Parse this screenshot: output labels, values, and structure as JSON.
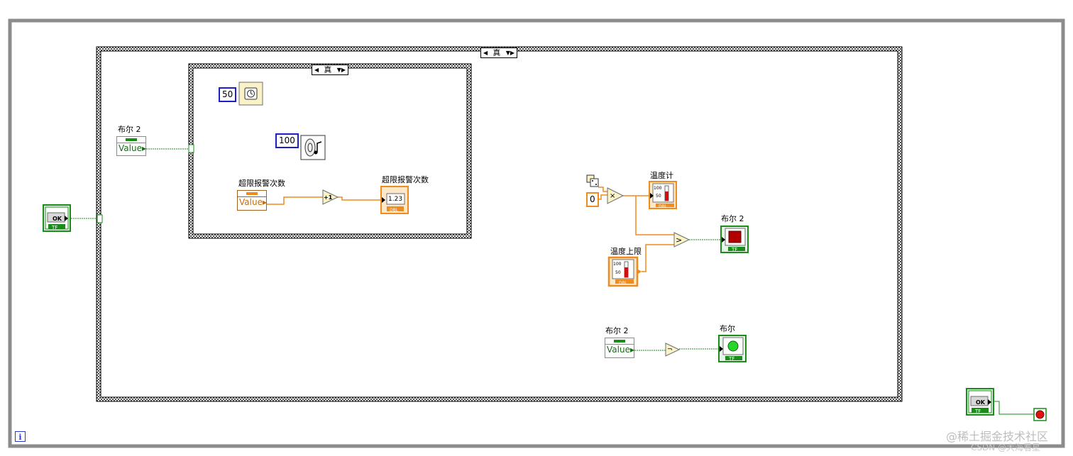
{
  "case_outer": {
    "selector": "真"
  },
  "case_inner": {
    "selector": "真"
  },
  "labels": {
    "bool2_prop_left": "布尔 2",
    "alarm_prop": "超限报警次数",
    "alarm_indicator": "超限报警次数",
    "thermometer": "温度计",
    "temp_limit": "温度上限",
    "bool2_led": "布尔 2",
    "bool2_prop_bottom": "布尔 2",
    "bool_led": "布尔"
  },
  "property_nodes": {
    "value_text": "Value"
  },
  "constants": {
    "wait_ms": "50",
    "beep_duration": "100",
    "zero": "0"
  },
  "indicators": {
    "numeric_display": "1.23",
    "ok_button_text": "OK",
    "tf_text": "TF",
    "dbl_text": "DBL",
    "gauge_top": "100",
    "gauge_mid": "50"
  },
  "operators": {
    "increment": "+1",
    "multiply": "×",
    "greater": ">",
    "not": "¬"
  },
  "watermark": {
    "line1": "@稀土掘金技术社区",
    "line2": "CSDN @大海看星"
  },
  "colors": {
    "frame": "#8c8c8c",
    "bool_wire": "#1a8c1a",
    "num_wire": "#f08c1e",
    "const_border": "#1e1ec8",
    "led_red": "#b00000",
    "led_green": "#2bd62b"
  }
}
